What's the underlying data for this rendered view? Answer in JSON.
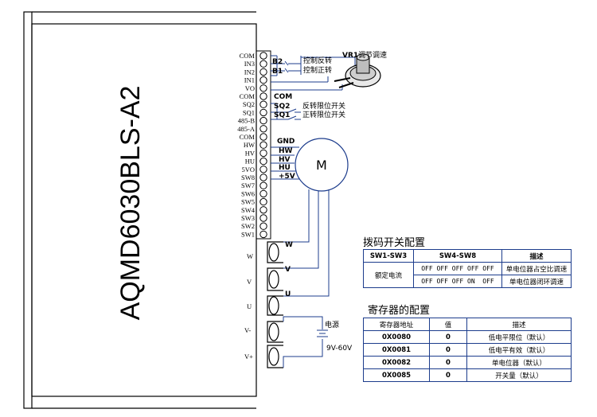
{
  "model": "AQMD6030BLS-A2",
  "pins_top": [
    "COM",
    "IN3",
    "IN2",
    "IN1",
    "VO",
    "COM",
    "SQ2",
    "SQ1",
    "485-B",
    "485-A",
    "COM",
    "HW",
    "HV",
    "HU",
    "5VO",
    "SW8",
    "SW7",
    "SW6",
    "SW5",
    "SW4",
    "SW3",
    "SW2",
    "SW1"
  ],
  "pins_bottom": [
    "W",
    "V",
    "U",
    "V-",
    "V+"
  ],
  "wire_labels": {
    "b2": "B2",
    "b1": "B1",
    "ctrl_rev": "控制反转",
    "ctrl_fwd": "控制正转",
    "vr1_name": "VR1",
    "vr1_desc": "调节调速",
    "com": "COM",
    "sq2": "SQ2",
    "sq1": "SQ1",
    "rev_limit": "反转限位开关",
    "fwd_limit": "正转限位开关",
    "gnd": "GND",
    "hw": "HW",
    "hv": "HV",
    "hu": "HU",
    "p5v": "+5V",
    "motor": "M",
    "w": "W",
    "v": "V",
    "u": "U",
    "power": "电源",
    "power_range": "9V-60V"
  },
  "dip_table": {
    "title": "拨码开关配置",
    "h1": "SW1-SW3",
    "h2": "SW4-SW8",
    "h3": "描述",
    "row_label": "额定电流",
    "r1_sw": "OFF OFF OFF OFF OFF",
    "r1_desc": "单电位器占空比调速",
    "r2_sw": "OFF OFF OFF ON  OFF",
    "r2_desc": "单电位器闭环调速"
  },
  "reg_table": {
    "title": "寄存器的配置",
    "h1": "寄存器地址",
    "h2": "值",
    "h3": "描述",
    "rows": [
      {
        "addr": "0X0080",
        "val": "0",
        "desc": "低电平限位（默认）"
      },
      {
        "addr": "0X0081",
        "val": "0",
        "desc": "低电平有效（默认）"
      },
      {
        "addr": "0X0082",
        "val": "0",
        "desc": "单电位器（默认）"
      },
      {
        "addr": "0X0085",
        "val": "0",
        "desc": "开关量（默认）"
      }
    ]
  },
  "colors": {
    "wire": "#1c3c8c",
    "outline": "#000000"
  }
}
